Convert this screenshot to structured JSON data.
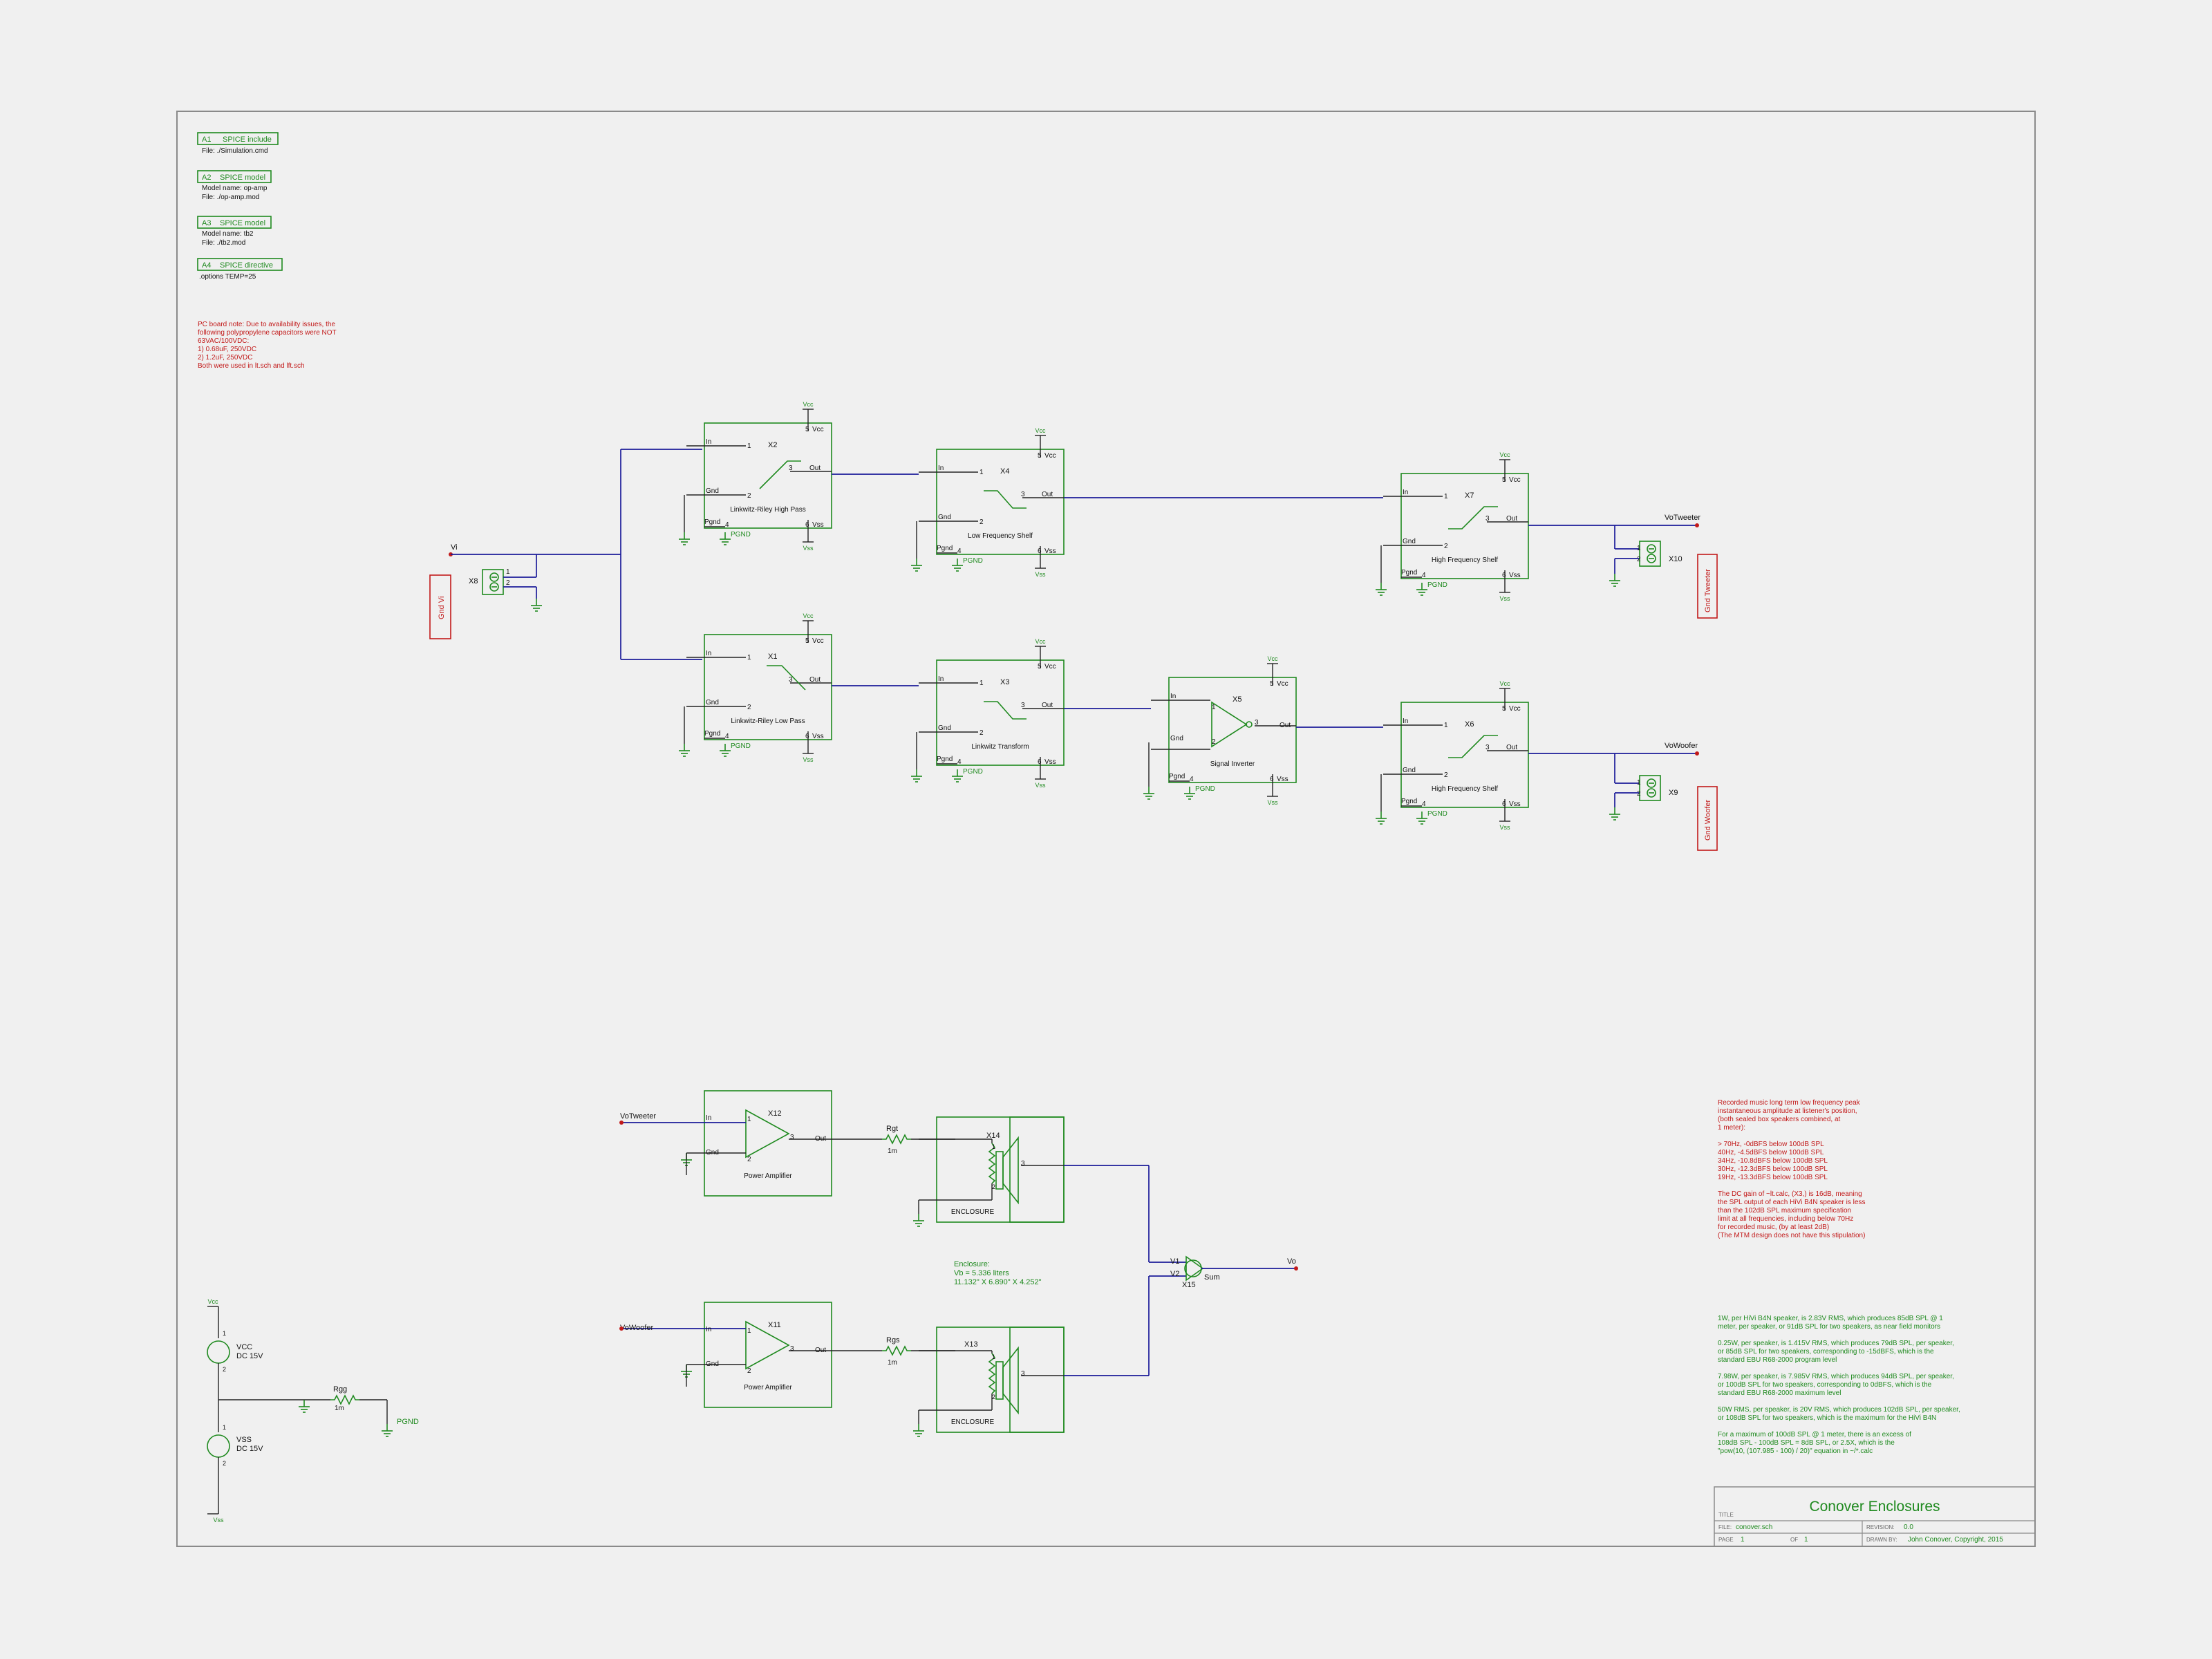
{
  "spice": [
    {
      "tag": "A1",
      "label": "SPICE include",
      "lines": [
        "File: ./Simulation.cmd"
      ]
    },
    {
      "tag": "A2",
      "label": "SPICE model",
      "lines": [
        "Model name:   op-amp",
        "File:  ./op-amp.mod"
      ]
    },
    {
      "tag": "A3",
      "label": "SPICE model",
      "lines": [
        "Model name:   tb2",
        "File:  ./tb2.mod"
      ]
    },
    {
      "tag": "A4",
      "label": "SPICE directive",
      "lines": [
        ".options TEMP=25"
      ]
    }
  ],
  "pcb_note": [
    "PC board note: Due to availability issues, the",
    "following polypropylene capacitors were NOT",
    "63VAC/100VDC:",
    "   1) 0.68uF, 250VDC",
    "   2) 1.2uF, 250VDC",
    "Both were used in lt.sch and lft.sch"
  ],
  "pins": {
    "in": "In",
    "out": "Out",
    "gnd": "Gnd",
    "pgnd": "Pgnd",
    "vcc": "Vcc",
    "vss": "Vss",
    "pgnd_label": "PGND",
    "n1": "1",
    "n2": "2",
    "n3": "3",
    "n4": "4",
    "n5": "5",
    "n6": "6"
  },
  "blocks": {
    "x2": {
      "ref": "X2",
      "name": "Linkwitz-Riley High Pass"
    },
    "x4": {
      "ref": "X4",
      "name": "Low Frequency Shelf"
    },
    "x7": {
      "ref": "X7",
      "name": "High Frequency Shelf"
    },
    "x1": {
      "ref": "X1",
      "name": "Linkwitz-Riley Low Pass"
    },
    "x3": {
      "ref": "X3",
      "name": "Linkwitz Transform"
    },
    "x5": {
      "ref": "X5",
      "name": "Signal Inverter"
    },
    "x6": {
      "ref": "X6",
      "name": "High Frequency Shelf"
    },
    "x12": {
      "ref": "X12",
      "name": "Power Amplifier"
    },
    "x11": {
      "ref": "X11",
      "name": "Power Amplifier"
    },
    "x14": {
      "ref": "X14",
      "name": "ENCLOSURE"
    },
    "x13": {
      "ref": "X13",
      "name": "ENCLOSURE"
    },
    "x15": {
      "ref": "X15",
      "name": "Sum"
    }
  },
  "nets": {
    "vi": "Vi",
    "vo_tweeter": "VoTweeter",
    "vo_woofer": "VoWoofer",
    "vo": "Vo",
    "v1": "V1",
    "v2": "V2",
    "vcc": "Vcc",
    "vss": "Vss"
  },
  "connectors": {
    "x8": "X8",
    "x10": "X10",
    "x9": "X9"
  },
  "gnd_boxes": {
    "vi": "Gnd Vi",
    "tweeter": "Gnd Tweeter",
    "woofer": "Gnd Woofer"
  },
  "resistors": {
    "rgt": {
      "ref": "Rgt",
      "val": "1m"
    },
    "rgs": {
      "ref": "Rgs",
      "val": "1m"
    },
    "rgg": {
      "ref": "Rgg",
      "val": "1m"
    }
  },
  "enclosure_note": [
    "Enclosure:",
    "   Vb = 5.336 liters",
    "   11.132\" X 6.890\" X 4.252\""
  ],
  "supplies": {
    "vcc": {
      "name": "VCC",
      "val": "DC 15V"
    },
    "vss": {
      "name": "VSS",
      "val": "DC 15V"
    },
    "pgnd": "PGND"
  },
  "red_note": [
    "Recorded music long term low frequency peak",
    "instantaneous amplitude at listener's position,",
    "(both sealed box speakers combined, at",
    "1 meter):",
    "",
    "   > 70Hz, -0dBFS below 100dB SPL",
    "   40Hz, -4.5dBFS below 100dB SPL",
    "   34Hz, -10.8dBFS below 100dB SPL",
    "   30Hz, -12.3dBFS below 100dB SPL",
    "   19Hz, -13.3dBFS below 100dB SPL",
    "",
    "The DC gain of ~lt.calc, (X3,) is 16dB, meaning",
    "the SPL output of each HiVi B4N speaker is less",
    "than the 102dB SPL maximum specification",
    "limit at all frequencies, including below 70Hz",
    "for recorded music, (by at least 2dB)",
    "(The MTM design does not have this stipulation)"
  ],
  "green_note": [
    "1W, per HiVi B4N speaker, is 2.83V RMS, which produces 85dB SPL @ 1",
    "meter, per speaker, or 91dB SPL for two speakers, as near field monitors",
    "",
    "0.25W, per speaker, is 1.415V RMS, which produces 79dB SPL, per speaker,",
    "or 85dB SPL for two speakers, corresponding to -15dBFS, which is the",
    "standard EBU R68-2000 program level",
    "",
    "7.98W, per speaker, is 7.985V RMS, which produces 94dB SPL, per speaker,",
    "or 100dB SPL for two speakers, corresponding to 0dBFS, which is the",
    "standard EBU R68-2000 maximum level",
    "",
    "50W RMS, per speaker, is 20V RMS, which produces 102dB SPL, per speaker,",
    "or 108dB SPL for two speakers, which is the maximum for the HiVi B4N",
    "",
    "For a maximum of 100dB SPL @ 1 meter, there is an excess of",
    "108dB SPL - 100dB SPL = 8dB SPL, or 2.5X, which is the",
    "\"pow(10, (107.985 - 100) / 20)\" equation in ~/*.calc"
  ],
  "title_block": {
    "title_label": "TITLE",
    "title": "Conover Enclosures",
    "file_label": "FILE:",
    "file": "conover.sch",
    "rev_label": "REVISION:",
    "rev": "0.0",
    "page_label": "PAGE",
    "page": "1",
    "of_label": "OF",
    "of": "1",
    "drawn_label": "DRAWN BY:",
    "drawn": "John Conover, Copyright, 2015"
  },
  "colors": {
    "component": "#1f8a1f",
    "wire": "#1c1c9a",
    "note": "#c21a1a",
    "frame": "#8a8a8a"
  }
}
